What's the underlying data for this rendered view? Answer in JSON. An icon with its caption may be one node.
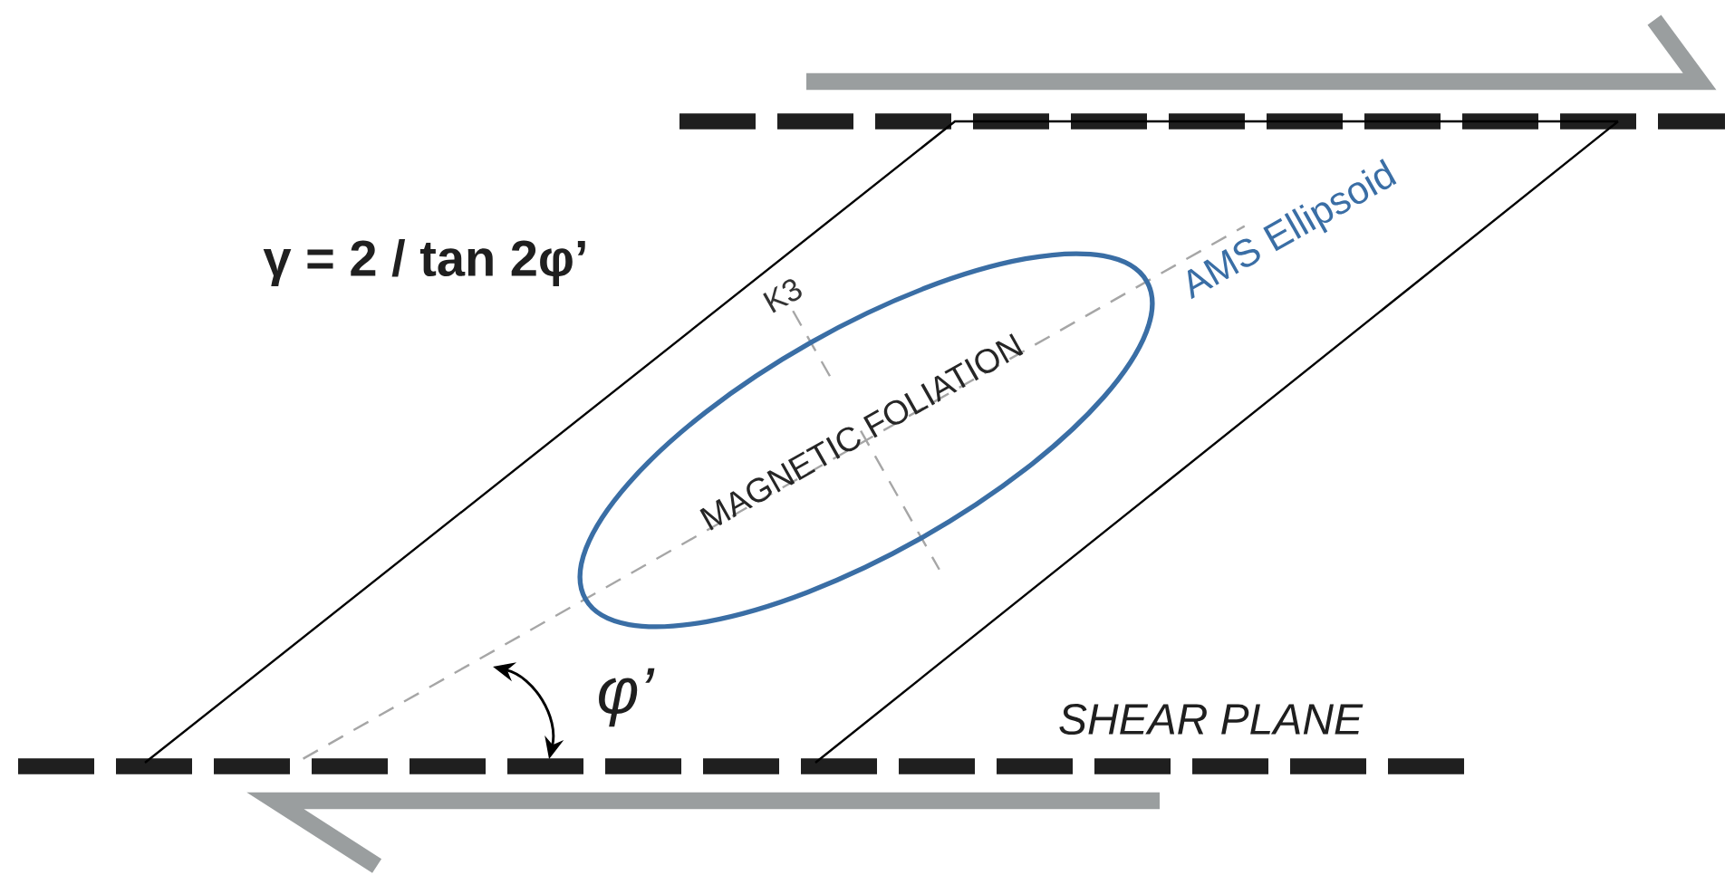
{
  "diagram": {
    "nodes": [
      {
        "text": [
          "MAGNETIC FOLIATION"
        ],
        "beside": [
          "AMS Ellipsoid"
        ]
      }
    ],
    "labels": [
      "γ = 2 / tan 2φ’",
      "K3",
      "φ’",
      "SHEAR PLANE"
    ]
  }
}
